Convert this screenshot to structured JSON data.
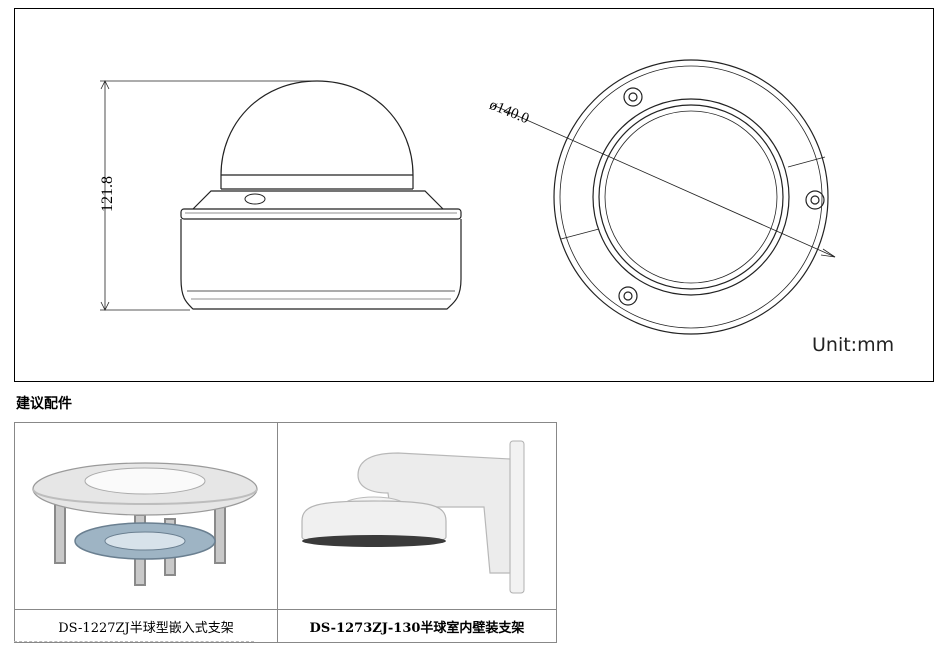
{
  "drawing": {
    "height_dimension": "121.8",
    "diameter_dimension": "ø140.0",
    "unit_label": "Unit:mm"
  },
  "accessories": {
    "heading": "建议配件",
    "items": [
      {
        "caption": "DS-1227ZJ半球型嵌入式支架",
        "icon": "in-ceiling-mount-image"
      },
      {
        "caption": "DS-1273ZJ-130半球室内壁装支架",
        "icon": "wall-mount-bracket-image"
      }
    ]
  }
}
